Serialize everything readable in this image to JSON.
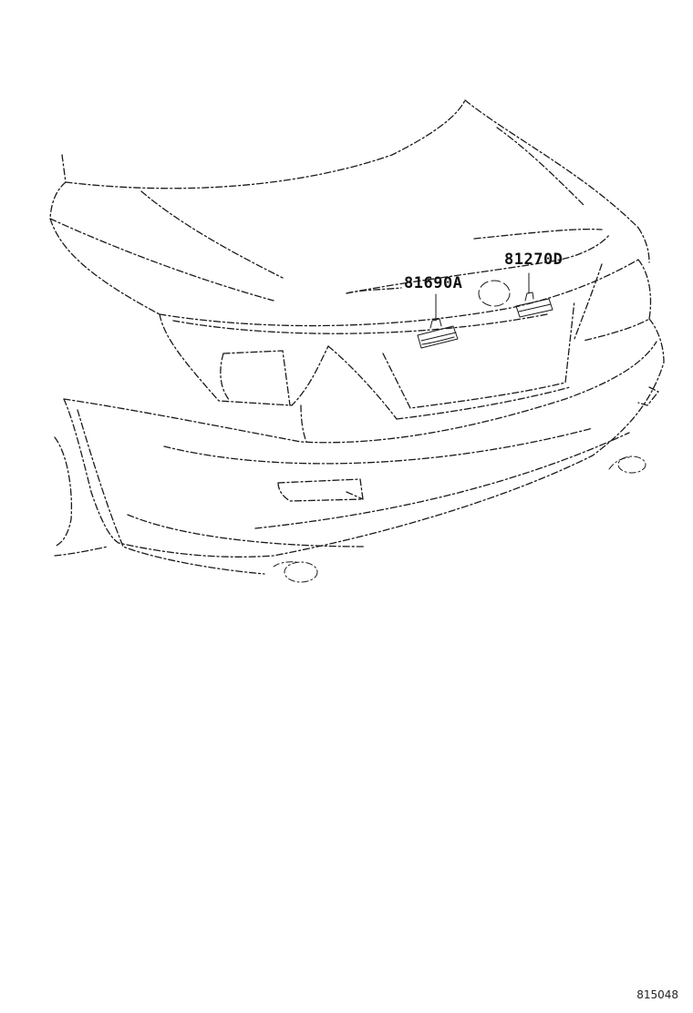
{
  "callouts": {
    "part_a": "81690A",
    "part_b": "81270D"
  },
  "reference_code": "815048",
  "colors": {
    "line": "#1a1a1a",
    "background": "#ffffff"
  }
}
